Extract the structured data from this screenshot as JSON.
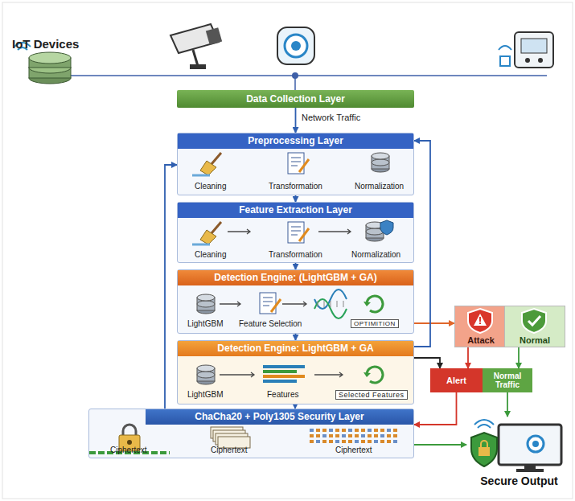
{
  "diagram": {
    "nodes": [
      {
        "text": [
          "Data Collection Layer"
        ]
      },
      {
        "text": [
          "Preprocessing Layer"
        ]
      },
      {
        "text": [
          "Feature Extraction Layer"
        ]
      },
      {
        "text": [
          "Detection Engine: (LightGBM + GA)"
        ]
      },
      {
        "text": [
          "Detection Engine: LightGBM + GA"
        ]
      },
      {
        "text": [
          "ChaCha20 + Poly1305 Security Layer"
        ]
      },
      {
        "text": [
          "Attack"
        ]
      },
      {
        "text": [
          "Normal"
        ]
      },
      {
        "text": [
          "Alert"
        ]
      },
      {
        "text": [
          "Normal Traffic"
        ]
      },
      {
        "text": [
          "Secure Output"
        ]
      }
    ],
    "edges": [
      {
        "from": 0,
        "to": 1,
        "arrow": "to"
      },
      {
        "from": 1,
        "to": 2,
        "arrow": "to"
      },
      {
        "from": 2,
        "to": 3,
        "arrow": "to"
      },
      {
        "from": 3,
        "to": 4,
        "arrow": "to"
      },
      {
        "from": 4,
        "to": 5,
        "arrow": "to"
      },
      {
        "from": 3,
        "to": 6,
        "arrow": "to"
      },
      {
        "from": 6,
        "to": 8,
        "arrow": "to"
      },
      {
        "from": 7,
        "to": 9,
        "arrow": "to"
      },
      {
        "from": 4,
        "to": 8,
        "arrow": "to"
      },
      {
        "from": 8,
        "to": 5,
        "arrow": "to"
      },
      {
        "from": 9,
        "to": 10,
        "arrow": "to"
      },
      {
        "from": 5,
        "to": 10,
        "arrow": "to"
      },
      {
        "from": 5,
        "to": 1,
        "arrow": "to"
      },
      {
        "from": 4,
        "to": 1,
        "arrow": "to"
      }
    ],
    "labels": [
      "IoT Devices",
      "Network Traffic",
      "Cleaning",
      "Transformation",
      "Normalization",
      "Cleaning",
      "Transformation",
      "Normalization",
      "LightGBM",
      "Feature Selection",
      "OPTIMITION",
      "LightGBM",
      "Features",
      "Selected Features",
      "Ciphertext",
      "Ciphertext",
      "Ciphertext"
    ]
  }
}
